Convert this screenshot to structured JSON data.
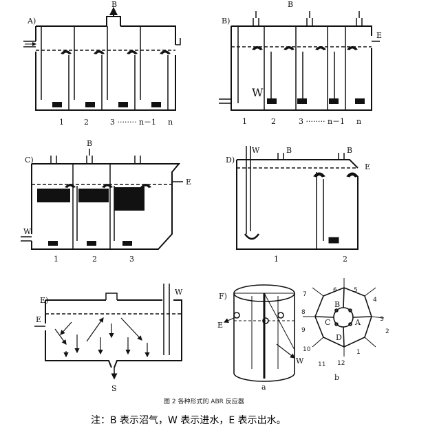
{
  "panels": {
    "A": {
      "label": "A)",
      "top": "B",
      "numbers": [
        "1",
        "2",
        "3 ········ n－1",
        "n"
      ]
    },
    "B": {
      "label": "B)",
      "top": "B",
      "side": "E",
      "inlet": "W",
      "numbers": [
        "1",
        "2",
        "3 ········ n－1",
        "n"
      ]
    },
    "C": {
      "label": "C)",
      "top": "B",
      "side": "E",
      "inlet": "W",
      "numbers": [
        "1",
        "2",
        "3"
      ]
    },
    "D": {
      "label": "D)",
      "top1": "B",
      "top2": "B",
      "side": "E",
      "inlet": "W",
      "numbers": [
        "1",
        "2"
      ]
    },
    "E": {
      "label": "E)",
      "side": "E",
      "inlet": "W",
      "bottom": "S"
    },
    "F": {
      "label": "F)",
      "e": "E",
      "w": "W",
      "sub_a": "a",
      "sub_b": "b",
      "compartments": [
        "A",
        "B",
        "C",
        "D"
      ],
      "ports": [
        "1",
        "2",
        "3",
        "4",
        "5",
        "6",
        "7",
        "8",
        "9",
        "10",
        "11",
        "12"
      ]
    }
  },
  "caption": "图 2   各种形式的 ABR 反应器",
  "note": "注：B 表示沼气，W 表示进水，E 表示出水。"
}
